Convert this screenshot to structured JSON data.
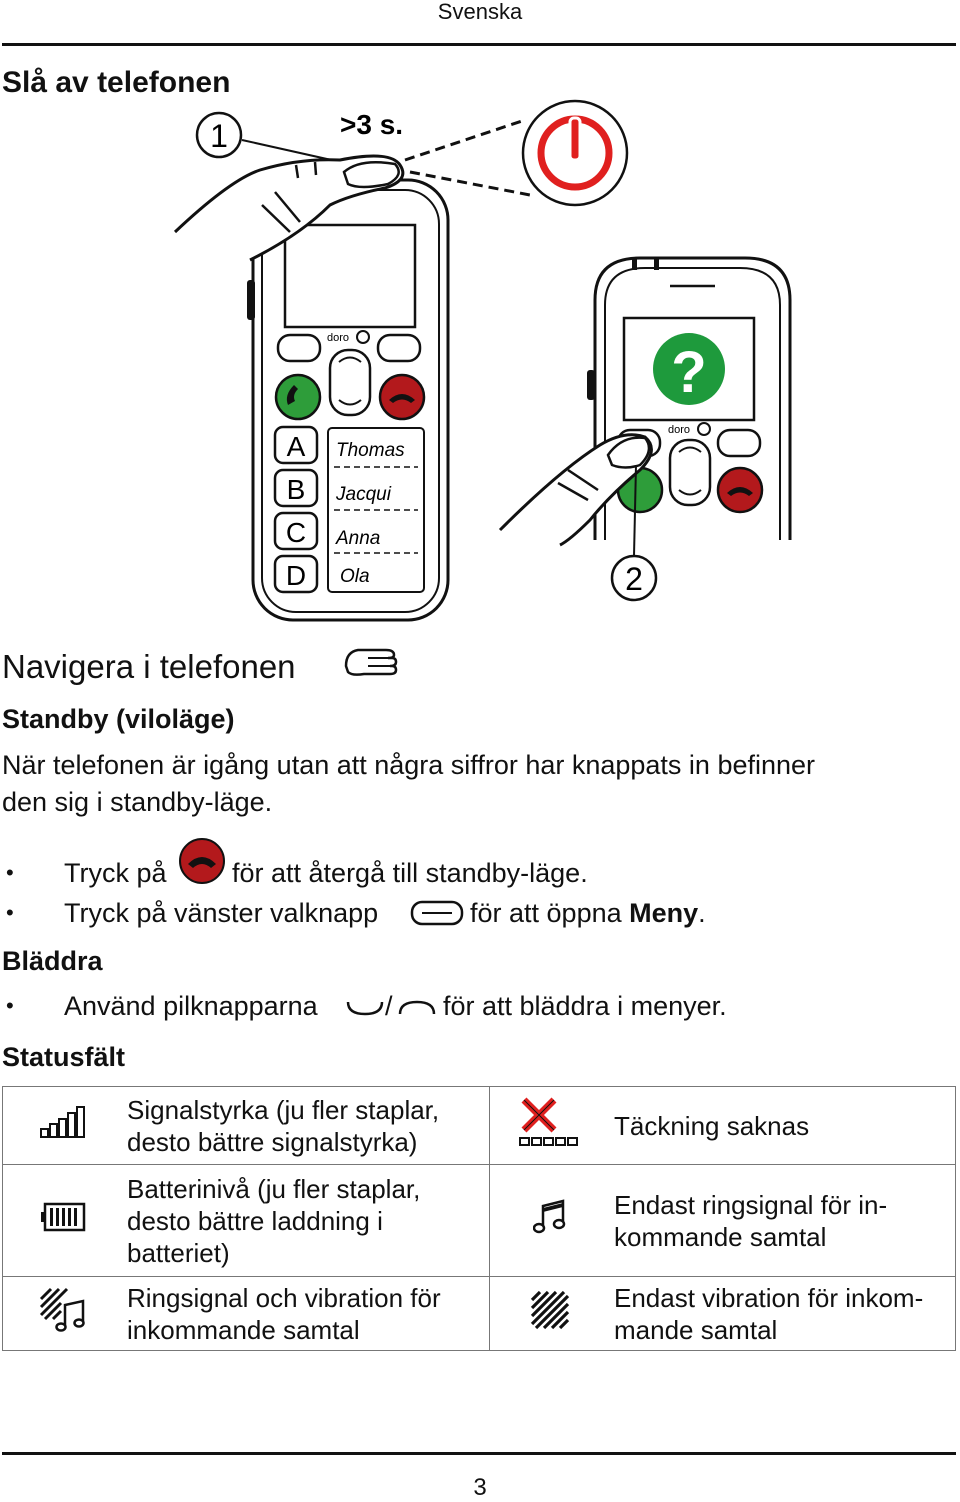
{
  "header": {
    "language": "Svenska"
  },
  "section_off": {
    "title": "Slå av telefonen",
    "step1_number": "1",
    "step1_duration": ">3 s.",
    "step2_number": "2",
    "phone_brand": "doro",
    "speed_dial_keys": [
      "A",
      "B",
      "C",
      "D"
    ],
    "speed_dial_names": [
      "Thomas",
      "Jacqui",
      "Anna",
      "Ola"
    ],
    "screen_question": "?"
  },
  "section_nav": {
    "title": "Navigera i telefonen",
    "standby_heading": "Standby (viloläge)",
    "standby_text_line1": "När telefonen är igång utan att några siffror har knappats in befinner",
    "standby_text_line2": "den sig i standby-läge.",
    "bullet1_pre": "Tryck på",
    "bullet1_post": "för att återgå till standby-läge.",
    "bullet2_pre": "Tryck på vänster valknapp",
    "bullet2_mid": "för att öppna",
    "bullet2_bold": "Meny",
    "bullet2_end": ".",
    "scroll_heading": "Bläddra",
    "bullet3_pre": "Använd pilknapparna",
    "bullet3_sep": "/",
    "bullet3_post": "för att bläddra i menyer.",
    "status_heading": "Statusfält"
  },
  "status_table": {
    "rows": [
      {
        "left_icon": "signal-strength-icon",
        "left_text": [
          "Signalstyrka (ju fler staplar,",
          "desto bättre signalstyrka)"
        ],
        "right_icon": "no-coverage-icon",
        "right_text": [
          "Täckning saknas"
        ]
      },
      {
        "left_icon": "battery-level-icon",
        "left_text": [
          "Batterinivå (ju fler staplar,",
          "desto bättre laddning i",
          "batteriet)"
        ],
        "right_icon": "ringtone-only-icon",
        "right_text": [
          "Endast ringsignal för in-",
          "kommande samtal"
        ]
      },
      {
        "left_icon": "ring-and-vibrate-icon",
        "left_text": [
          "Ringsignal och vibration för",
          "inkommande samtal"
        ],
        "right_icon": "vibrate-only-icon",
        "right_text": [
          "Endast vibration för inkom-",
          "mande samtal"
        ]
      }
    ]
  },
  "colors": {
    "call_green": "#2e9d3a",
    "end_red": "#b3191c",
    "power_red": "#e0201f",
    "screen_green": "#1e9a3c"
  },
  "footer": {
    "page_number": "3"
  }
}
